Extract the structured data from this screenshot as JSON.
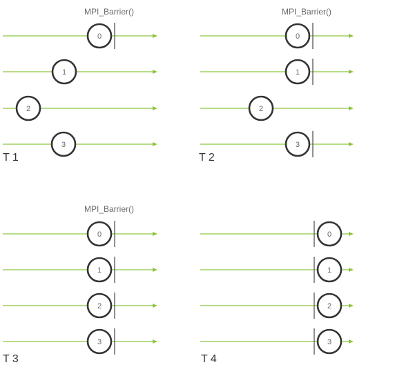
{
  "colors": {
    "line": "#8cc63f",
    "circle_stroke": "#333333",
    "barrier_line": "#555555",
    "text": "#333333"
  },
  "panels": [
    {
      "label": "T 1",
      "barrier_label": "MPI_Barrier()",
      "processes": [
        {
          "rank": "0",
          "at_barrier": true
        },
        {
          "rank": "1",
          "at_barrier": false
        },
        {
          "rank": "2",
          "at_barrier": false
        },
        {
          "rank": "3",
          "at_barrier": false
        }
      ]
    },
    {
      "label": "T 2",
      "barrier_label": "MPI_Barrier()",
      "processes": [
        {
          "rank": "0",
          "at_barrier": true
        },
        {
          "rank": "1",
          "at_barrier": true
        },
        {
          "rank": "2",
          "at_barrier": false
        },
        {
          "rank": "3",
          "at_barrier": true
        }
      ]
    },
    {
      "label": "T 3",
      "barrier_label": "MPI_Barrier()",
      "processes": [
        {
          "rank": "0",
          "at_barrier": true
        },
        {
          "rank": "1",
          "at_barrier": true
        },
        {
          "rank": "2",
          "at_barrier": true
        },
        {
          "rank": "3",
          "at_barrier": true
        }
      ]
    },
    {
      "label": "T 4",
      "barrier_label": "",
      "processes": [
        {
          "rank": "0",
          "at_barrier": false
        },
        {
          "rank": "1",
          "at_barrier": false
        },
        {
          "rank": "2",
          "at_barrier": false
        },
        {
          "rank": "3",
          "at_barrier": false
        }
      ]
    }
  ]
}
